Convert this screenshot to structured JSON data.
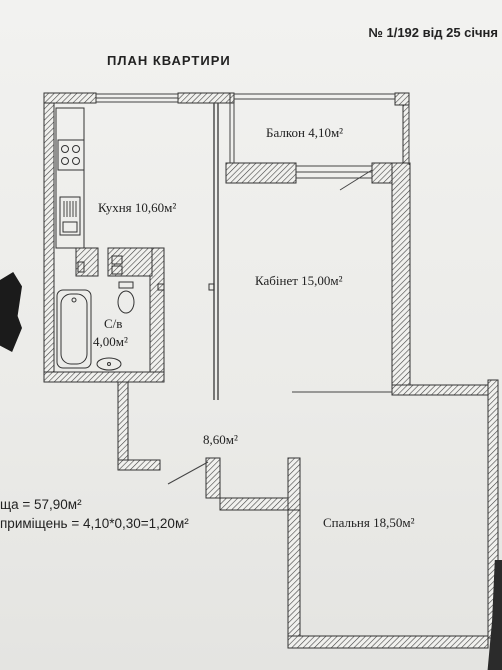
{
  "header": {
    "doc_number": "№ 1/192 від 25 січня"
  },
  "plan_title": "ПЛАН КВАРТИРИ",
  "rooms": {
    "balcony": "Балкон 4,10м²",
    "kitchen": "Кухня 10,60м²",
    "cabinet": "Кабінет 15,00м²",
    "bathroom_name": "С/в",
    "bathroom_area": "4,00м²",
    "hall": "8,60м²",
    "bedroom": "Спальня 18,50м²"
  },
  "summary": {
    "total": "ща  = 57,90м²",
    "calc": "приміщень = 4,10*0,30=1,20м²"
  }
}
